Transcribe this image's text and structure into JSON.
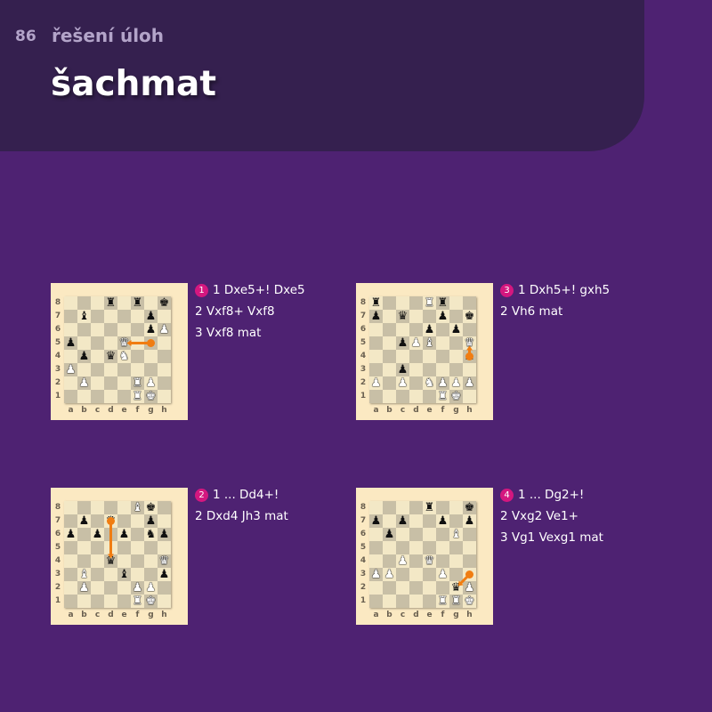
{
  "header": {
    "page_number": "86",
    "section": "řešení úloh",
    "title": "šachmat"
  },
  "colors": {
    "background": "#4e2272",
    "header": "#35204f",
    "badge": "#d4177f",
    "arrow": "#f07d12"
  },
  "rank_labels": [
    "8",
    "7",
    "6",
    "5",
    "4",
    "3",
    "2",
    "1"
  ],
  "file_labels": [
    "a",
    "b",
    "c",
    "d",
    "e",
    "f",
    "g",
    "h"
  ],
  "puzzles": [
    {
      "number": "1",
      "solution": [
        "1 Dxe5+! Dxe5",
        "2 Vxf8+ Vxf8",
        "3 Vxf8 mat"
      ],
      "arrow": {
        "from": "g5",
        "to": "e5"
      },
      "position": [
        "3r1r1k",
        "1b4p1",
        "6pP",
        "p3Q3",
        "1p1qN3",
        "P7",
        "1P3RP1",
        "5RK1"
      ]
    },
    {
      "number": "2",
      "solution": [
        "1 ... Dd4+!",
        "2 Dxd4 Jh3 mat"
      ],
      "arrow": {
        "from": "d7",
        "to": "d4"
      },
      "position": [
        "5Bk1",
        "1p1q2p1",
        "p1p1p1np",
        "8",
        "3q3Q",
        "1B2b2p",
        "1P3PP1",
        "5RK1"
      ]
    },
    {
      "number": "3",
      "solution": [
        "1 Dxh5+! gxh5",
        "2 Vh6 mat"
      ],
      "arrow": {
        "from": "h4",
        "to": "h5"
      },
      "position": [
        "r3Rr2",
        "p1q2p1k",
        "4p1p1",
        "2pPB2Q",
        "7p",
        "2p5",
        "P1P1NPPP",
        "5RK1"
      ]
    },
    {
      "number": "4",
      "solution": [
        "1 ... Dg2+!",
        "2 Vxg2 Ve1+",
        "3 Vg1 Vexg1 mat"
      ],
      "arrow": {
        "from": "h3",
        "to": "g2"
      },
      "position": [
        "4r2k",
        "p1p2p1p",
        "1p4B1",
        "8",
        "2P1Q3",
        "PP3P2",
        "6qP",
        "5RRK"
      ]
    }
  ]
}
